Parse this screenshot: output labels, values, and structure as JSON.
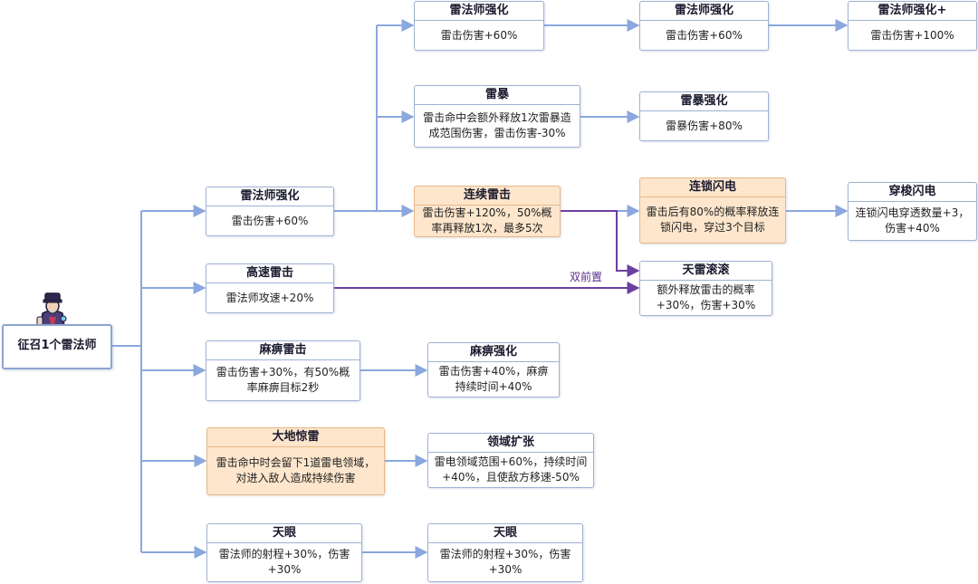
{
  "root": {
    "label": "征召1个雷法师"
  },
  "dual_prereq_label": "双前置",
  "colors": {
    "edge_blue": "#8aa8dd",
    "edge_purple": "#6b3fa0",
    "highlight": "#fde6cc"
  },
  "nodes": {
    "n1": {
      "title": "雷法师强化",
      "desc": "雷击伤害+60%"
    },
    "n2": {
      "title": "高速雷击",
      "desc": "雷法师攻速+20%"
    },
    "n3": {
      "title": "麻痹雷击",
      "desc": "雷击伤害+30%，有50%概率麻痹目标2秒"
    },
    "n4": {
      "title": "大地惊雷",
      "desc": "雷击命中时会留下1道雷电领域，对进入敌人造成持续伤害"
    },
    "n5": {
      "title": "天眼",
      "desc": "雷法师的射程+30%，伤害+30%"
    },
    "n6": {
      "title": "雷法师强化",
      "desc": "雷击伤害+60%"
    },
    "n7": {
      "title": "雷暴",
      "desc": "雷击命中会额外释放1次雷暴造成范围伤害，雷击伤害-30%"
    },
    "n8": {
      "title": "连续雷击",
      "desc": "雷击伤害+120%，50%概率再释放1次，最多5次"
    },
    "n9": {
      "title": "雷法师强化",
      "desc": "雷击伤害+60%"
    },
    "n10": {
      "title": "雷暴强化",
      "desc": "雷暴伤害+80%"
    },
    "n11": {
      "title": "连锁闪电",
      "desc": "雷击后有80%的概率释放连锁闪电，穿过3个目标"
    },
    "n12": {
      "title": "天雷滚滚",
      "desc": "额外释放雷击的概率+30%，伤害+30%"
    },
    "n13": {
      "title": "雷法师强化+",
      "desc": "雷击伤害+100%"
    },
    "n14": {
      "title": "穿梭闪电",
      "desc": "连锁闪电穿透数量+3，伤害+40%"
    },
    "n15": {
      "title": "麻痹强化",
      "desc": "雷击伤害+40%，麻痹持续时间+40%"
    },
    "n16": {
      "title": "领域扩张",
      "desc": "雷电领域范围+60%，持续时间+40%，且使敌方移速-50%"
    },
    "n17": {
      "title": "天眼",
      "desc": "雷法师的射程+30%，伤害+30%"
    }
  }
}
